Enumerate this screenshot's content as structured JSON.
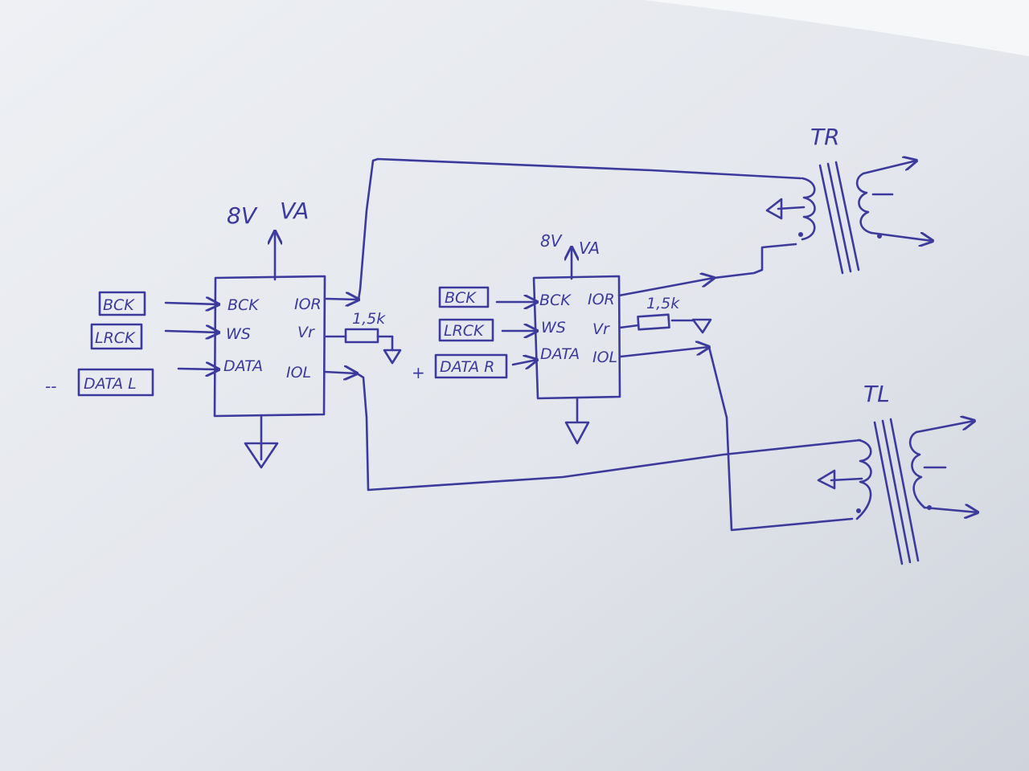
{
  "diagram": {
    "chip_left": {
      "supply_voltage": "8V",
      "supply_label": "VA",
      "pins_in": [
        "BCK",
        "WS",
        "DATA"
      ],
      "pins_out": [
        "IOR",
        "Vr",
        "IOL"
      ],
      "resistor": "1,5k",
      "inputs": [
        "BCK",
        "LRCK",
        "DATA L"
      ],
      "input_prefix": "--"
    },
    "chip_right": {
      "supply_voltage": "8V",
      "supply_label": "VA",
      "pins_in": [
        "BCK",
        "WS",
        "DATA"
      ],
      "pins_out": [
        "IOR",
        "Vr",
        "IOL"
      ],
      "resistor": "1,5k",
      "inputs": [
        "BCK",
        "LRCK",
        "DATA R"
      ],
      "input_prefix": "+"
    },
    "transformers": [
      {
        "label": "TR"
      },
      {
        "label": "TL"
      }
    ]
  },
  "colors": {
    "ink": "#3c3a9c",
    "paper": "#dfe2e8"
  }
}
